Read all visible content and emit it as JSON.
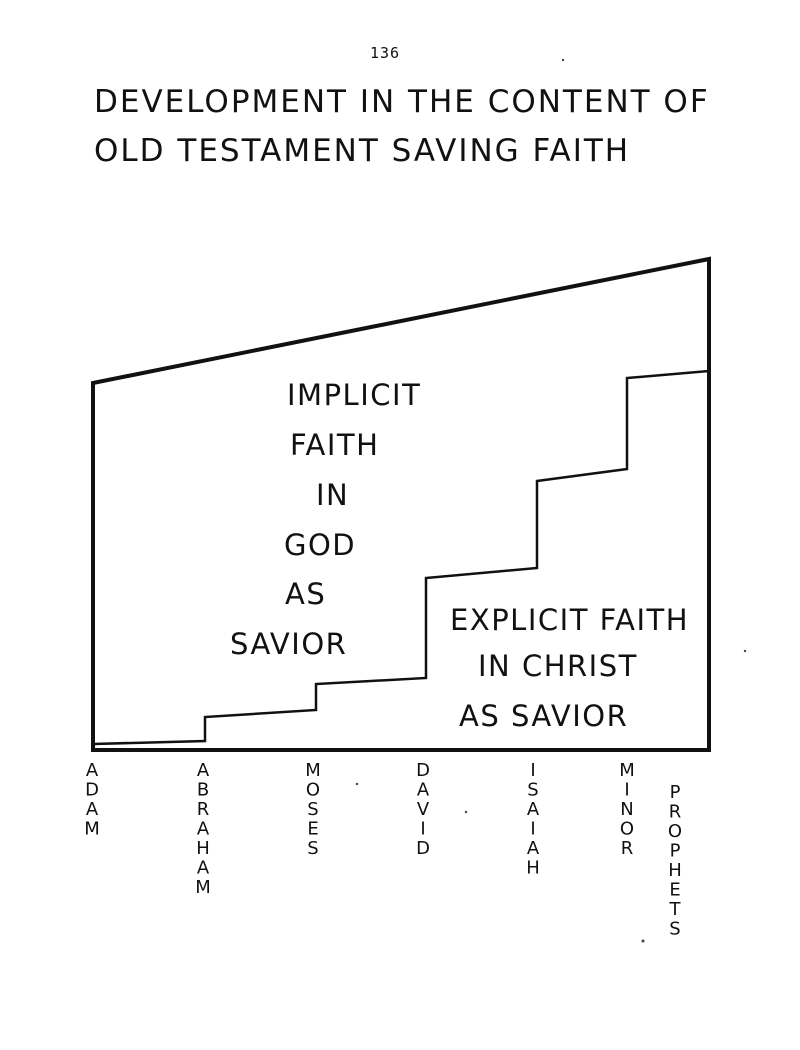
{
  "page_number": "136",
  "title": {
    "line1": "DEVELOPMENT IN THE CONTENT OF",
    "line2": "OLD TESTAMENT SAVING FAITH"
  },
  "implicit_region": {
    "lines": [
      "IMPLICIT",
      "FAITH",
      "IN",
      "GOD",
      "AS",
      "SAVIOR"
    ]
  },
  "explicit_region": {
    "lines": [
      "EXPLICIT FAITH",
      "IN CHRIST",
      "AS SAVIOR"
    ]
  },
  "timeline": [
    {
      "id": "adam",
      "label": "ADAM"
    },
    {
      "id": "abraham",
      "label": "ABRAHAM"
    },
    {
      "id": "moses",
      "label": "MOSES"
    },
    {
      "id": "david",
      "label": "DAVID"
    },
    {
      "id": "isaiah",
      "label": "ISAIAH"
    },
    {
      "id": "minor",
      "label": "MINOR"
    },
    {
      "id": "prophets",
      "label": "PROPHETS"
    }
  ]
}
